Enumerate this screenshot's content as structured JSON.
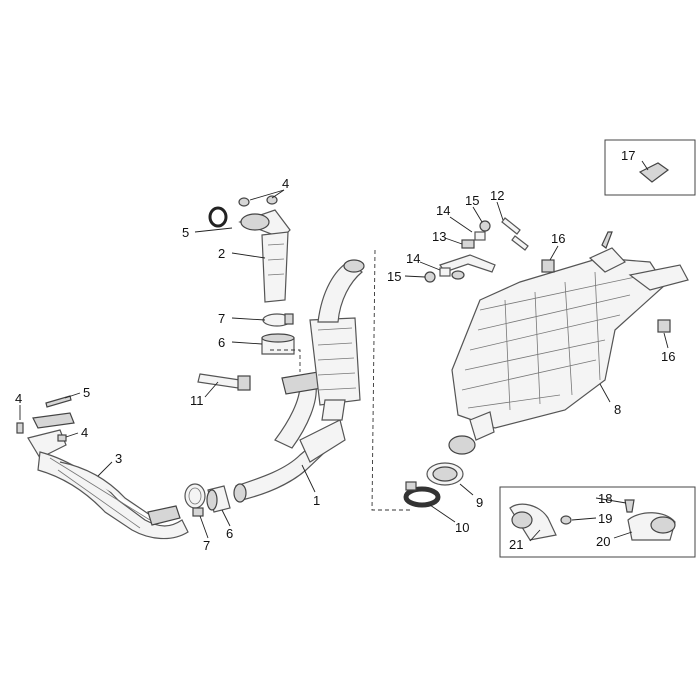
{
  "diagram": {
    "callouts": {
      "c1": "1",
      "c2": "2",
      "c3": "3",
      "c4a": "4",
      "c4b": "4",
      "c4c": "4",
      "c5a": "5",
      "c5b": "5",
      "c6a": "6",
      "c6b": "6",
      "c7a": "7",
      "c7b": "7",
      "c8": "8",
      "c9": "9",
      "c10": "10",
      "c11": "11",
      "c12": "12",
      "c13": "13",
      "c14a": "14",
      "c14b": "14",
      "c15a": "15",
      "c15b": "15",
      "c16a": "16",
      "c16b": "16",
      "c17": "17",
      "c18": "18",
      "c19": "19",
      "c20": "20",
      "c21": "21"
    }
  }
}
